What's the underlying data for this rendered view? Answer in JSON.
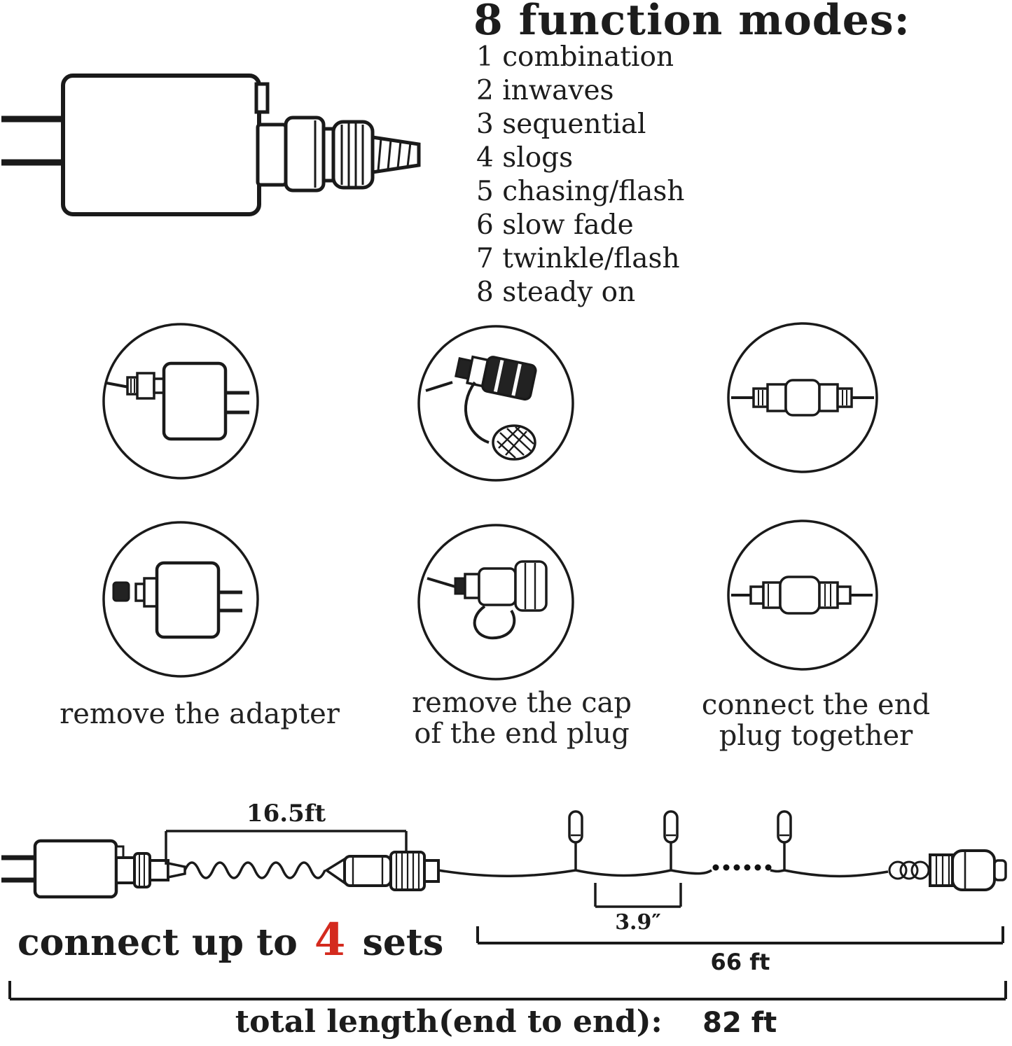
{
  "title": "8 function modes:",
  "modes": [
    {
      "label": "1 combination"
    },
    {
      "label": "2 inwaves"
    },
    {
      "label": "3 sequential"
    },
    {
      "label": "4 slogs"
    },
    {
      "label": "5 chasing/flash"
    },
    {
      "label": "6 slow fade"
    },
    {
      "label": "7 twinkle/flash"
    },
    {
      "label": "8 steady on"
    }
  ],
  "steps": {
    "step1": "remove the adapter",
    "step2_line1": "remove the cap",
    "step2_line2": "of the end plug",
    "step3_line1": "connect the end",
    "step3_line2": "plug together"
  },
  "measurements": {
    "segment1": "16.5ft",
    "bulb_spacing": "3.9″",
    "string_length": "66 ft",
    "total_label": "total length(end to end):",
    "total_value": "82 ft"
  },
  "connect": {
    "prefix": "connect up to",
    "count": "4",
    "suffix": "sets",
    "count_color": "#d42a1e"
  },
  "colors": {
    "line_art": "#1a1a1a",
    "text": "#1c1c1c",
    "accent_red": "#d42a1e",
    "background": "#ffffff"
  }
}
